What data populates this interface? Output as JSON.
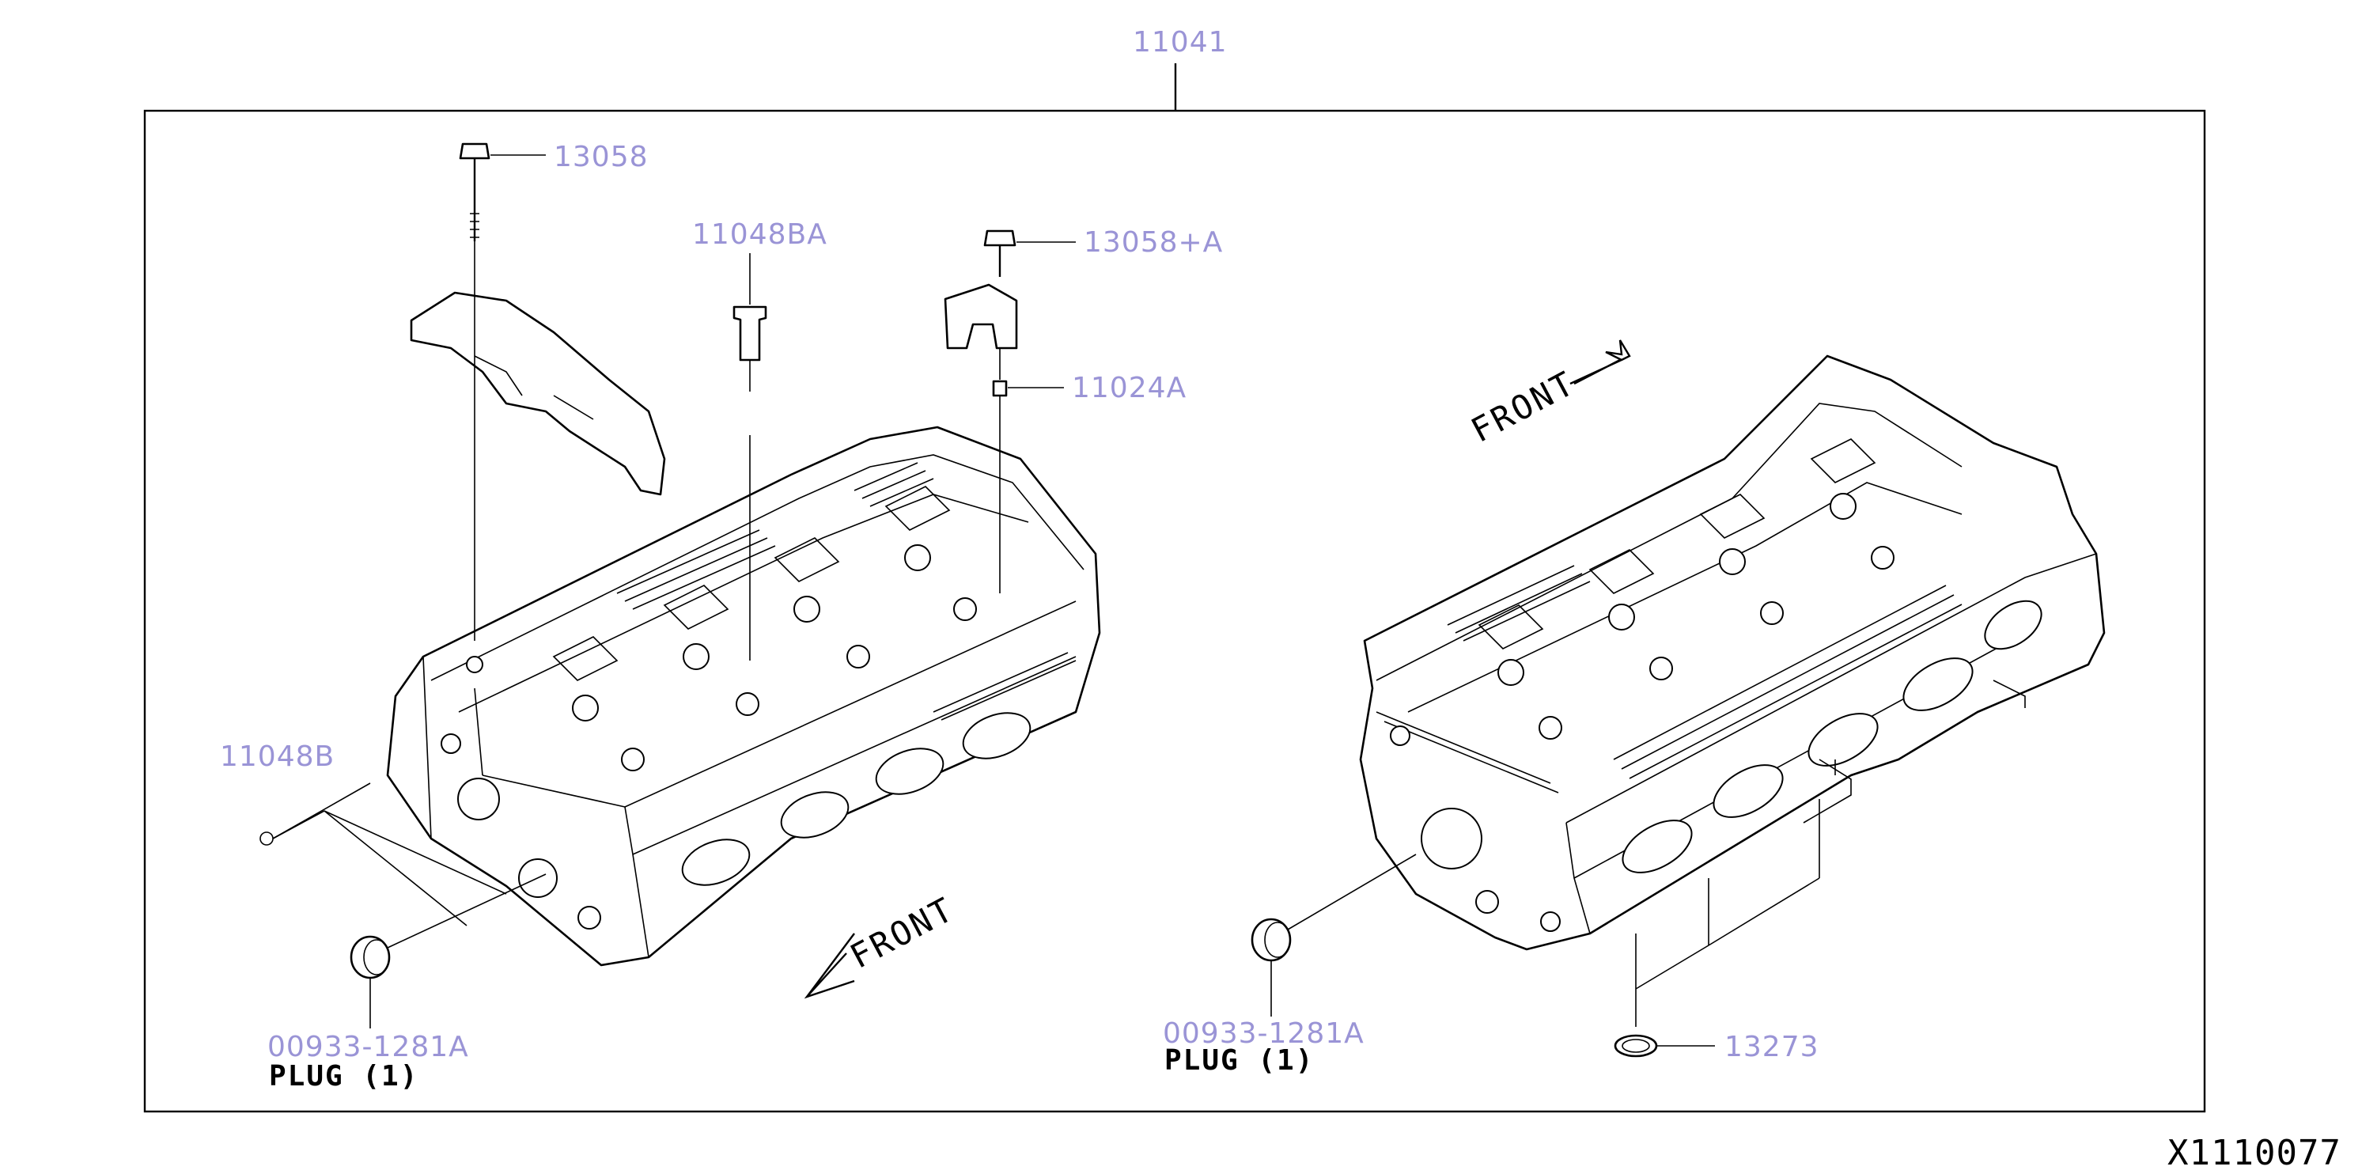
{
  "labels": {
    "assembly": "11041",
    "bolt_main": "13058",
    "guide": "11048BA",
    "bolt_a": "13058+A",
    "dowel": "11024A",
    "plug_part_left": "11048B",
    "plug_num_left": "00933-1281A",
    "plug_text_left": "PLUG (1)",
    "plug_num_right": "00933-1281A",
    "plug_text_right": "PLUG (1)",
    "seal": "13273",
    "front_left": "FRONT",
    "front_right": "FRONT",
    "figure_id": "X1110077"
  },
  "colors": {
    "callout": "#9a94d6",
    "line": "#000000"
  }
}
